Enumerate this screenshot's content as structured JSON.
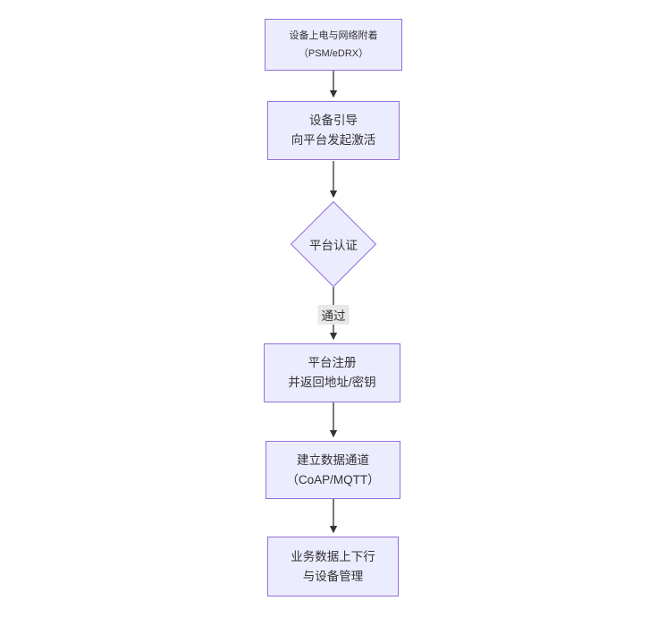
{
  "theme": {
    "node_fill": "#ECECFF",
    "node_border": "#9370DB",
    "text_color": "#333333",
    "arrow_color": "#333333",
    "edge_label_bg": "#e8e8e8",
    "canvas_bg": "#ffffff"
  },
  "flow": {
    "type": "flowchart-top-down",
    "nodes": [
      {
        "id": "power-on",
        "shape": "rect",
        "lines": [
          "设备上电与网络附着",
          "（PSM/eDRX）"
        ]
      },
      {
        "id": "bootstrap",
        "shape": "rect",
        "lines": [
          "设备引导",
          "向平台发起激活"
        ]
      },
      {
        "id": "auth",
        "shape": "diamond",
        "lines": [
          "平台认证"
        ]
      },
      {
        "id": "register",
        "shape": "rect",
        "lines": [
          "平台注册",
          "并返回地址/密钥"
        ]
      },
      {
        "id": "channel",
        "shape": "rect",
        "lines": [
          "建立数据通道",
          "（CoAP/MQTT）"
        ]
      },
      {
        "id": "business",
        "shape": "rect",
        "lines": [
          "业务数据上下行",
          "与设备管理"
        ]
      }
    ],
    "edges": [
      {
        "from": "power-on",
        "to": "bootstrap",
        "label": ""
      },
      {
        "from": "bootstrap",
        "to": "auth",
        "label": ""
      },
      {
        "from": "auth",
        "to": "register",
        "label": "通过"
      },
      {
        "from": "register",
        "to": "channel",
        "label": ""
      },
      {
        "from": "channel",
        "to": "business",
        "label": ""
      }
    ]
  }
}
